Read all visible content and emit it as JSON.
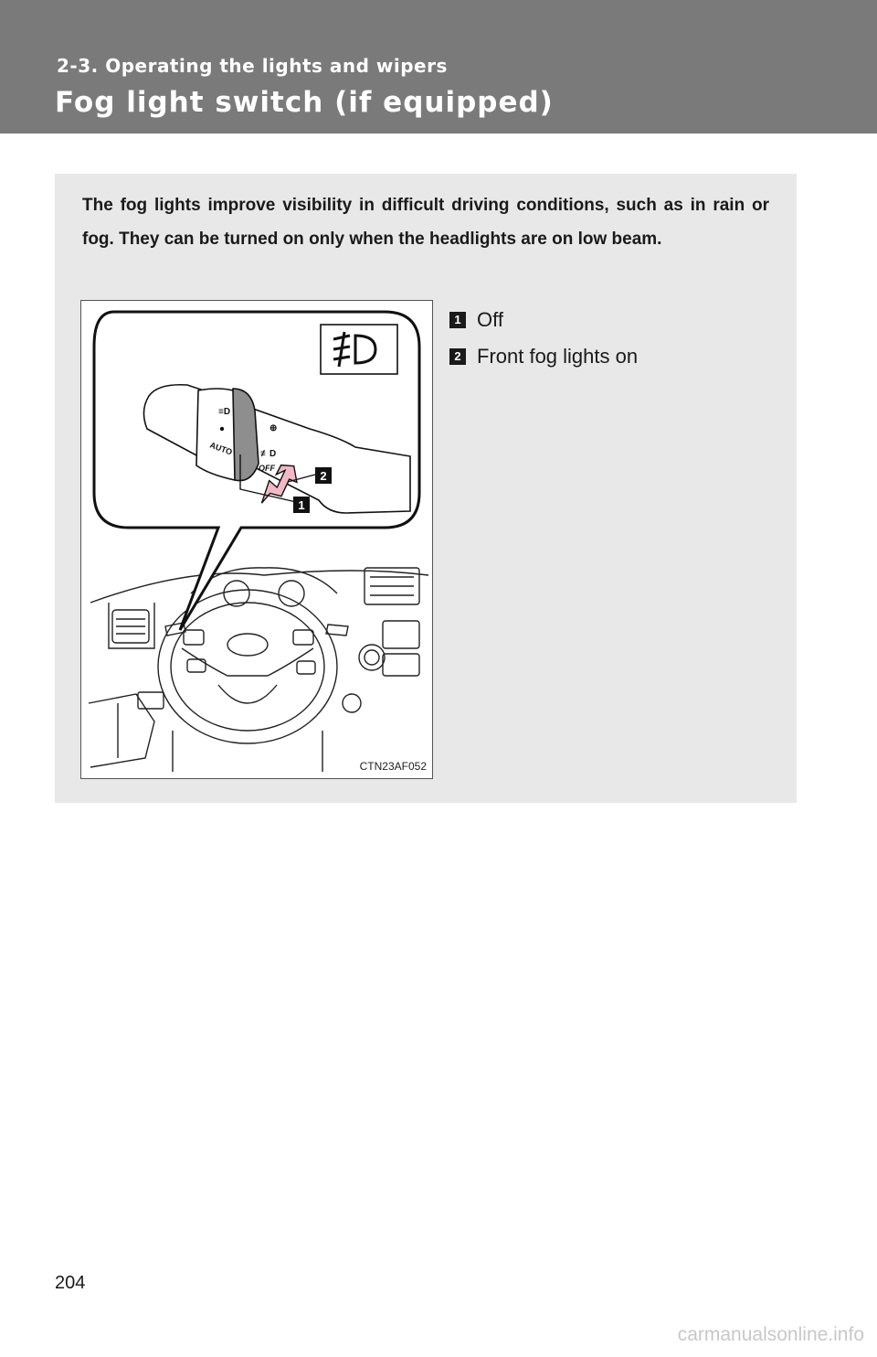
{
  "header": {
    "section": "2-3. Operating the lights and wipers",
    "title": "Fog light switch (if equipped)"
  },
  "intro_text": "The fog lights improve visibility in difficult driving conditions, such as in rain or fog. They can be turned on only when the headlights are on low beam.",
  "figure": {
    "code": "CTN23AF052",
    "switch_labels": {
      "auto": "AUTO",
      "off": "OFF"
    }
  },
  "legend": [
    {
      "num": "1",
      "label": "Off"
    },
    {
      "num": "2",
      "label": "Front fog lights on"
    }
  ],
  "page_number": "204",
  "watermark": "carmanualsonline.info"
}
